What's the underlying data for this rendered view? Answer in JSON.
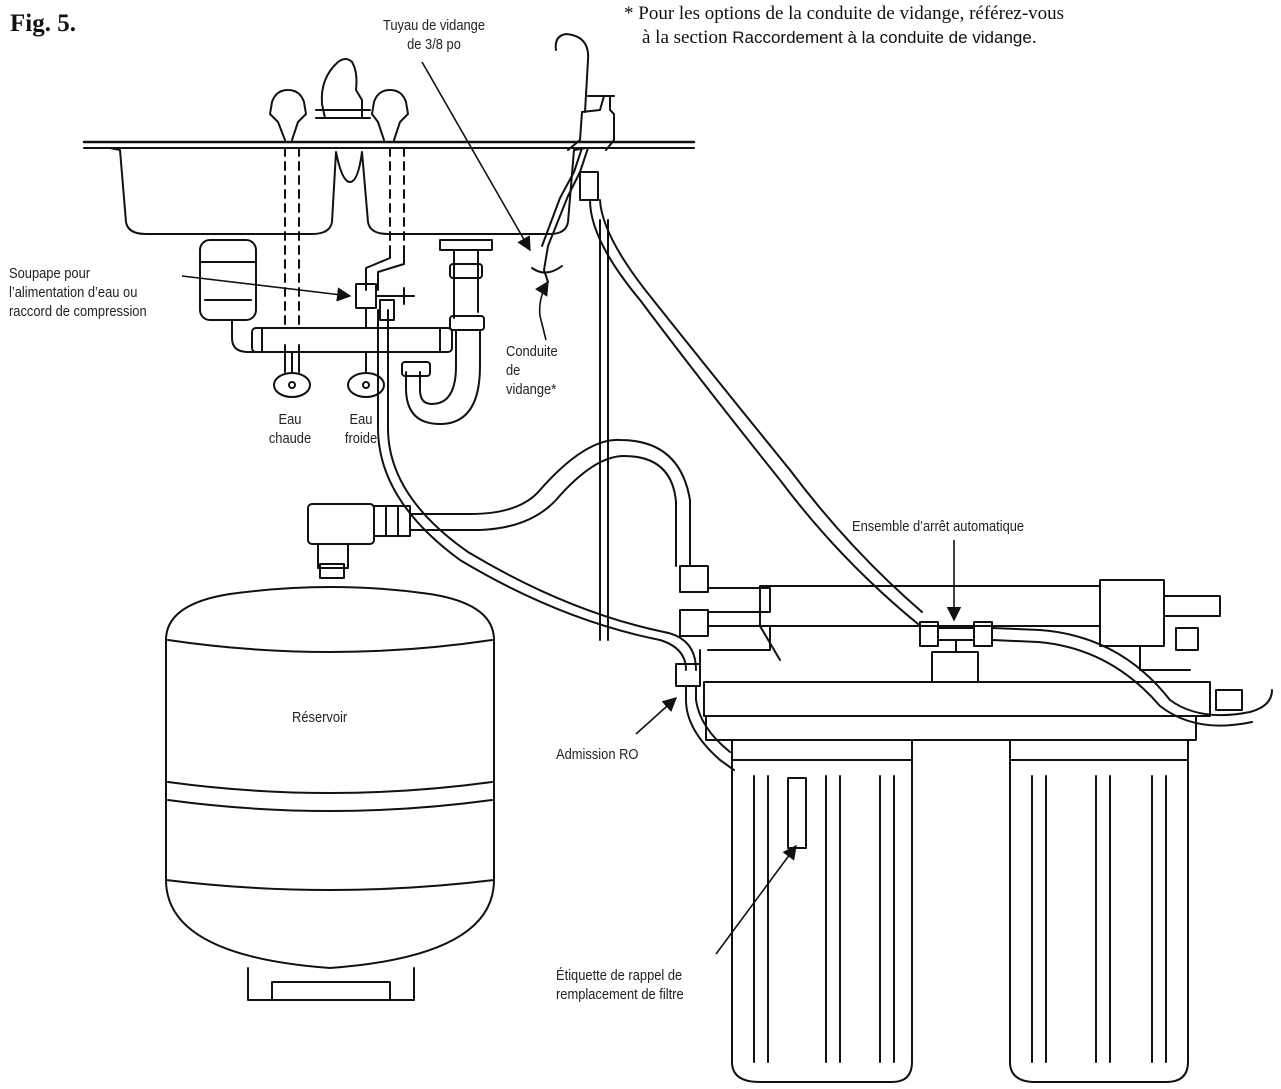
{
  "figure": {
    "title": "Fig. 5."
  },
  "note": {
    "line1": "* Pour les options de la conduite de vidange, référez-vous",
    "line2_prefix": "à la section ",
    "line2_link": "Raccordement à la conduite de vidange",
    "line2_suffix": "."
  },
  "labels": {
    "drain_tube": [
      "Tuyau de vidange",
      "de 3/8 po"
    ],
    "supply_valve": [
      "Soupape pour",
      "l’alimentation d’eau ou",
      "raccord de compression"
    ],
    "drain_line": [
      "Conduite",
      "de",
      "vidange*"
    ],
    "hot_water": [
      "Eau",
      "chaude"
    ],
    "cold_water": [
      "Eau",
      "froide"
    ],
    "tank": "Réservoir",
    "shutoff": "Ensemble d’arrêt automatique",
    "ro_inlet": "Admission RO",
    "filter_label": [
      "Étiquette de rappel de",
      "remplacement de filtre"
    ]
  }
}
